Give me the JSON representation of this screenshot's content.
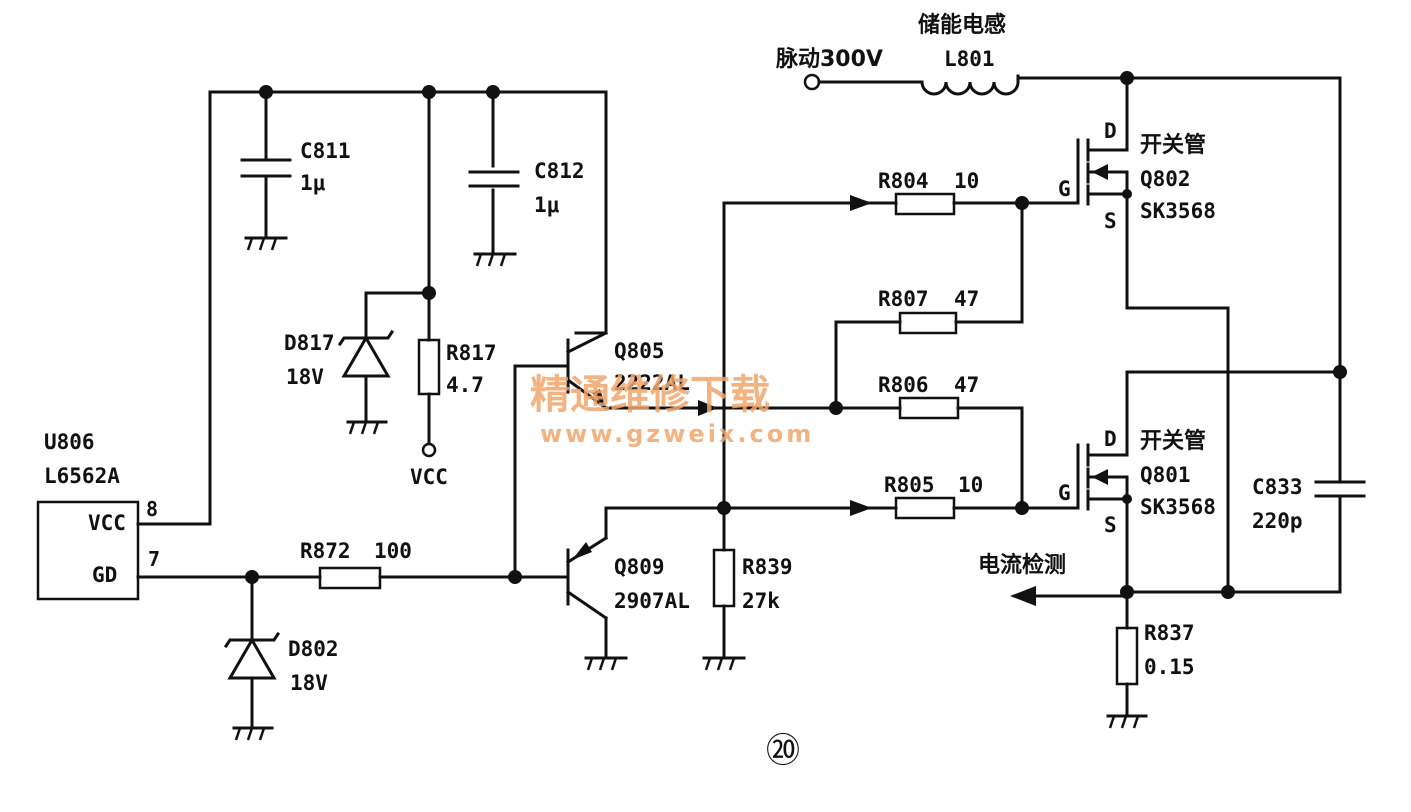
{
  "ic": {
    "ref": "U806",
    "part": "L6562A",
    "pin_vcc": "VCC",
    "pin_gd": "GD",
    "pin8": "8",
    "pin7": "7"
  },
  "components": {
    "c811": {
      "ref": "C811",
      "value": "1μ"
    },
    "c812": {
      "ref": "C812",
      "value": "1μ"
    },
    "d817": {
      "ref": "D817",
      "value": "18V"
    },
    "r817": {
      "ref": "R817",
      "value": "4.7"
    },
    "vcc": "VCC",
    "q805": {
      "ref": "Q805",
      "value": "2222AL"
    },
    "r872": {
      "ref": "R872",
      "value": "100"
    },
    "d802": {
      "ref": "D802",
      "value": "18V"
    },
    "q809": {
      "ref": "Q809",
      "value": "2907AL"
    },
    "r839": {
      "ref": "R839",
      "value": "27k"
    },
    "r804": {
      "ref": "R804",
      "value": "10"
    },
    "r807": {
      "ref": "R807",
      "value": "47"
    },
    "r806": {
      "ref": "R806",
      "value": "47"
    },
    "r805": {
      "ref": "R805",
      "value": "10"
    },
    "q802": {
      "ref": "Q802",
      "value": "SK3568",
      "desc": "开关管"
    },
    "q801": {
      "ref": "Q801",
      "value": "SK3568",
      "desc": "开关管"
    },
    "c833": {
      "ref": "C833",
      "value": "220p"
    },
    "r837": {
      "ref": "R837",
      "value": "0.15"
    },
    "l801": {
      "ref": "L801",
      "desc": "储能电感"
    }
  },
  "pins": {
    "d": "D",
    "g": "G",
    "s": "S"
  },
  "nets": {
    "input": "脉动300V",
    "current_sense": "电流检测"
  },
  "watermark": {
    "cn": "精通维修下载",
    "url": "www.gzweix.com",
    "color": "#f2a66b"
  },
  "figure_number": "⑳"
}
